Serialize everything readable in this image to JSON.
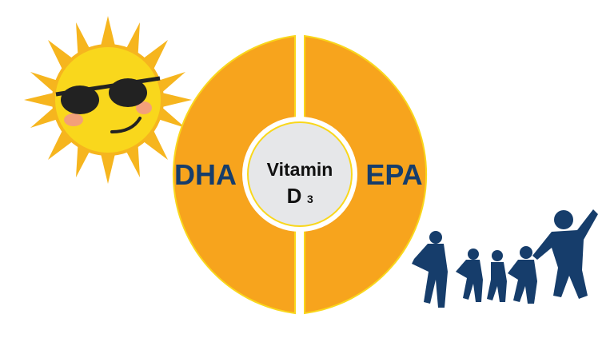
{
  "diagram": {
    "left_label": "DHA",
    "right_label": "EPA",
    "center_line1": "Vitamin",
    "center_d": "D",
    "center_sub": "3"
  },
  "colors": {
    "orange": "#F7A41D",
    "navy": "#163D6B",
    "center": "#E6E7E9",
    "sun": "#F9D71C"
  }
}
